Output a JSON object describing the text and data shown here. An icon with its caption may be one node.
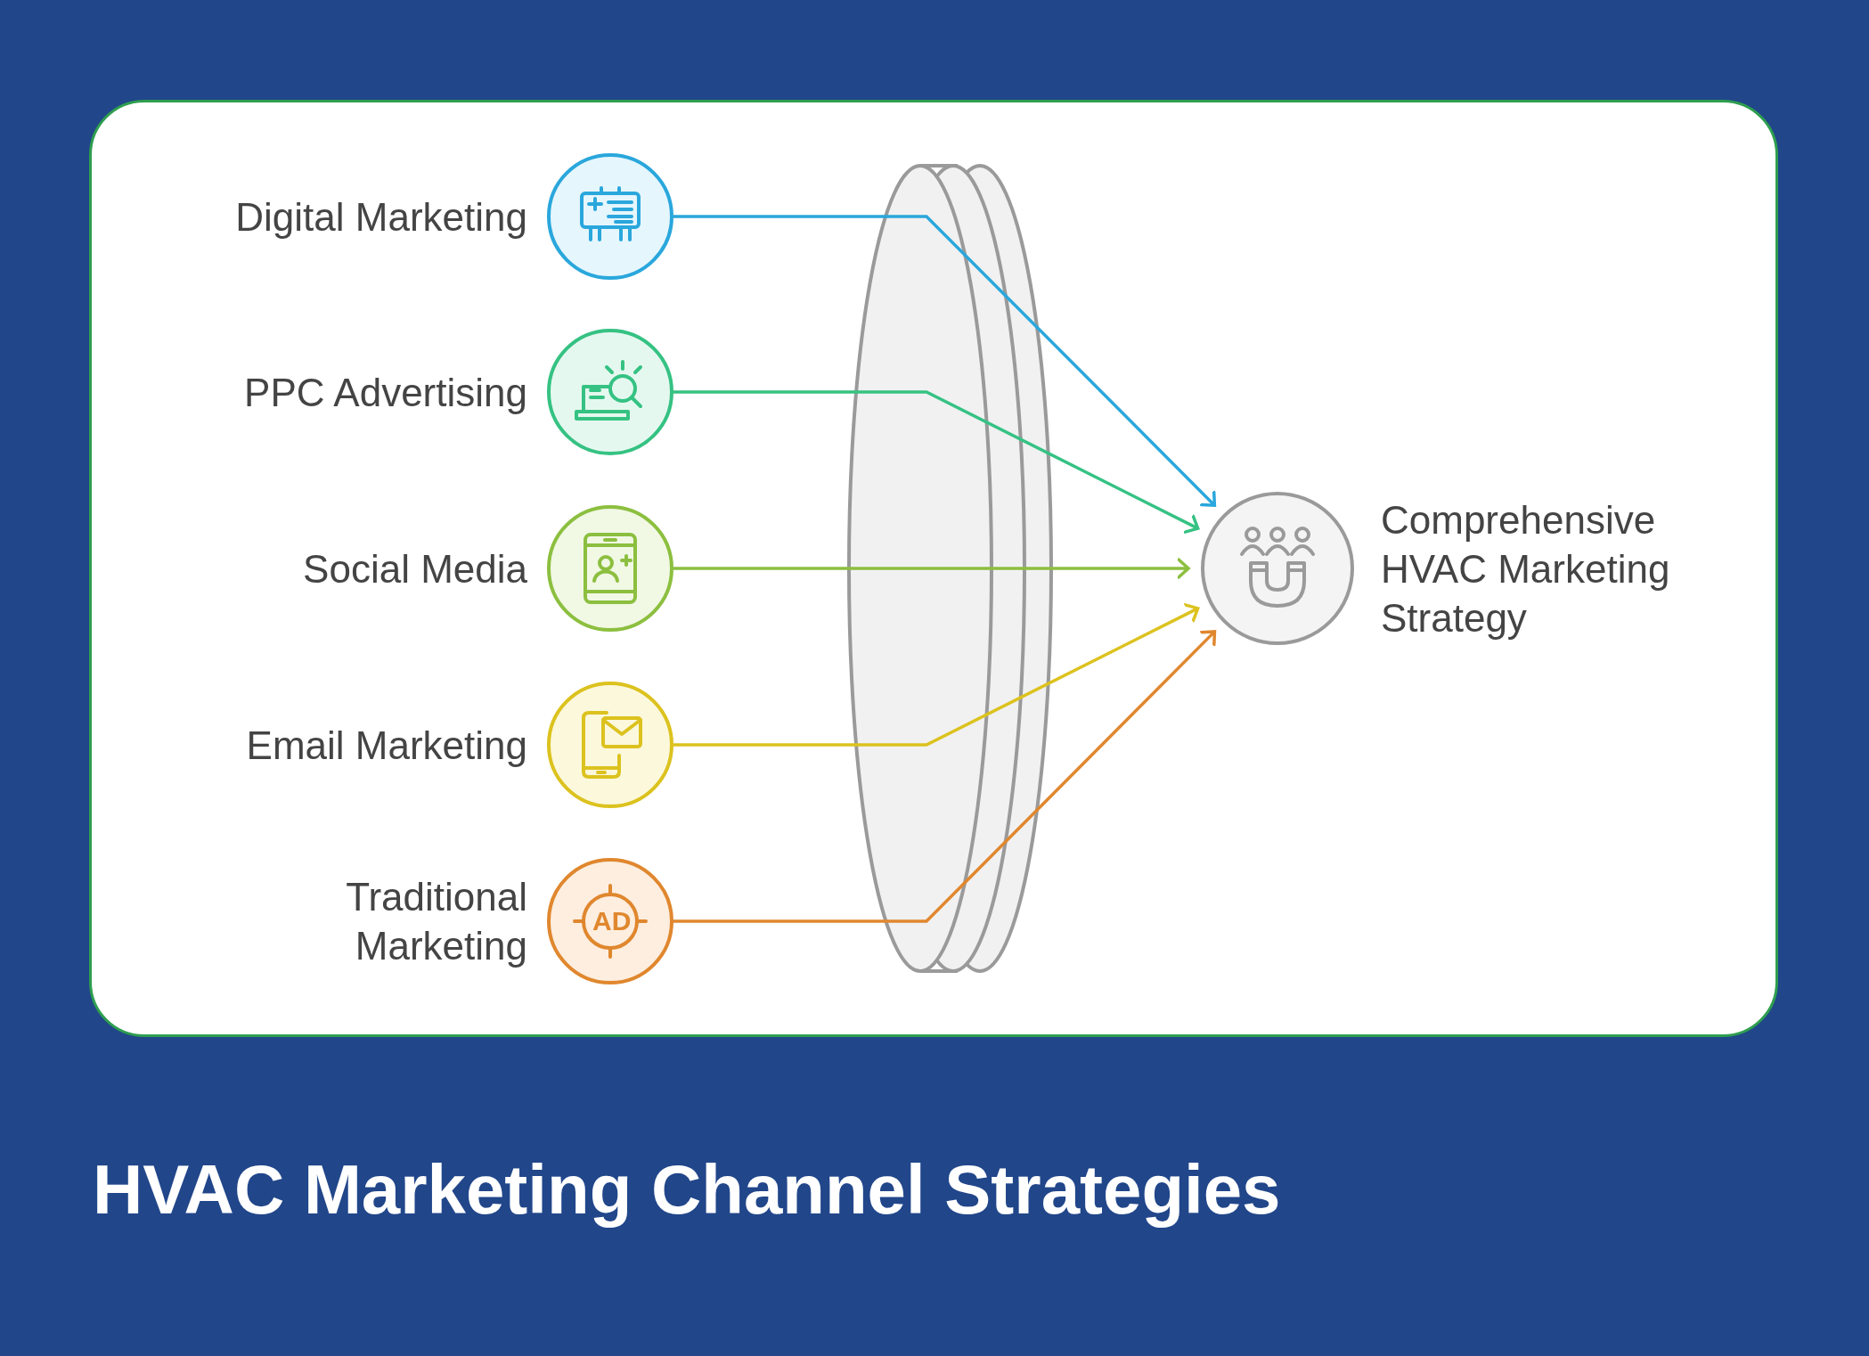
{
  "diagram": {
    "title": "HVAC Marketing Channel Strategies",
    "nodes": [
      {
        "text": [
          "Digital Marketing"
        ]
      },
      {
        "text": [
          "PPC Advertising"
        ]
      },
      {
        "text": [
          "Social Media"
        ]
      },
      {
        "text": [
          "Email Marketing"
        ]
      },
      {
        "text": [
          "Traditional Marketing"
        ]
      },
      {
        "text": [
          "Comprehensive HVAC Marketing Strategy"
        ]
      }
    ],
    "edges": [
      {
        "from": 0,
        "to": 5,
        "arrow": "to",
        "color": "#2aa7dc"
      },
      {
        "from": 1,
        "to": 5,
        "arrow": "to",
        "color": "#35c283"
      },
      {
        "from": 2,
        "to": 5,
        "arrow": "to",
        "color": "#8cbf3f"
      },
      {
        "from": 3,
        "to": 5,
        "arrow": "to",
        "color": "#dcc21e"
      },
      {
        "from": 4,
        "to": 5,
        "arrow": "to",
        "color": "#e0872e"
      }
    ],
    "labels": [
      "AD"
    ]
  }
}
